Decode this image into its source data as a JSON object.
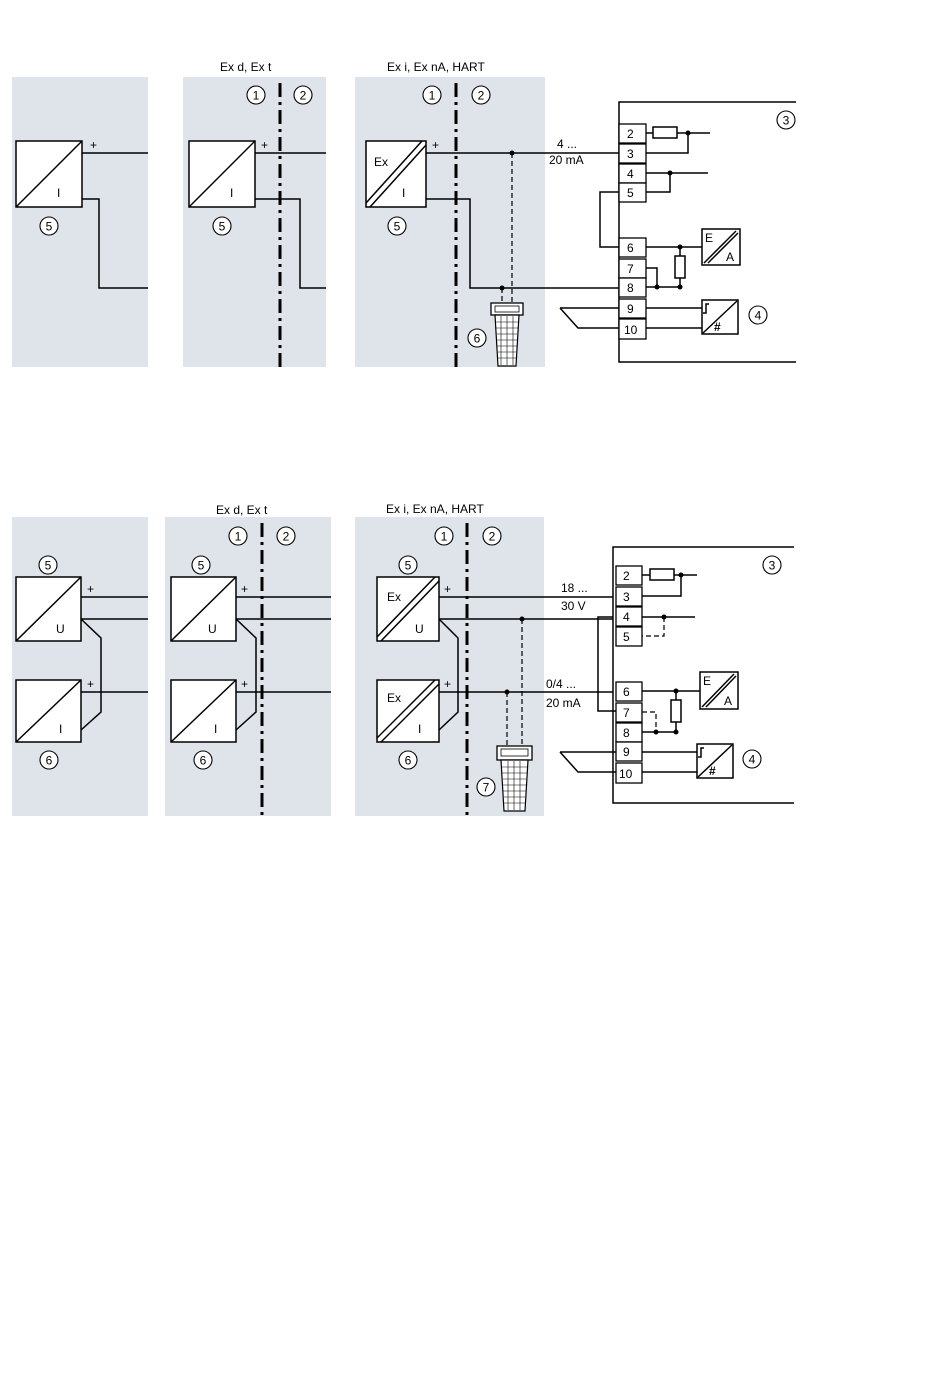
{
  "zone_labels": {
    "top_exd": "Ex d, Ex t",
    "top_exi": "Ex i, Ex nA, HART",
    "bottom_exd": "Ex d, Ex t",
    "bottom_exi": "Ex i, Ex nA, HART"
  },
  "callouts": [
    "1",
    "2",
    "3",
    "4",
    "5",
    "6",
    "7"
  ],
  "box_symbols": {
    "current": "I",
    "voltage": "U",
    "ex": "Ex",
    "converter_E": "E",
    "converter_A": "A",
    "limit": "#"
  },
  "signals": {
    "top_current_line1": "4 ...",
    "top_current_line2": "20 mA",
    "bottom_voltage_line1": "18 ...",
    "bottom_voltage_line2": "30 V",
    "bottom_current_line1": "0/4 ...",
    "bottom_current_line2": "20 mA"
  },
  "terminals": [
    "2",
    "3",
    "4",
    "5",
    "6",
    "7",
    "8",
    "9",
    "10"
  ],
  "plus_sign": "+"
}
